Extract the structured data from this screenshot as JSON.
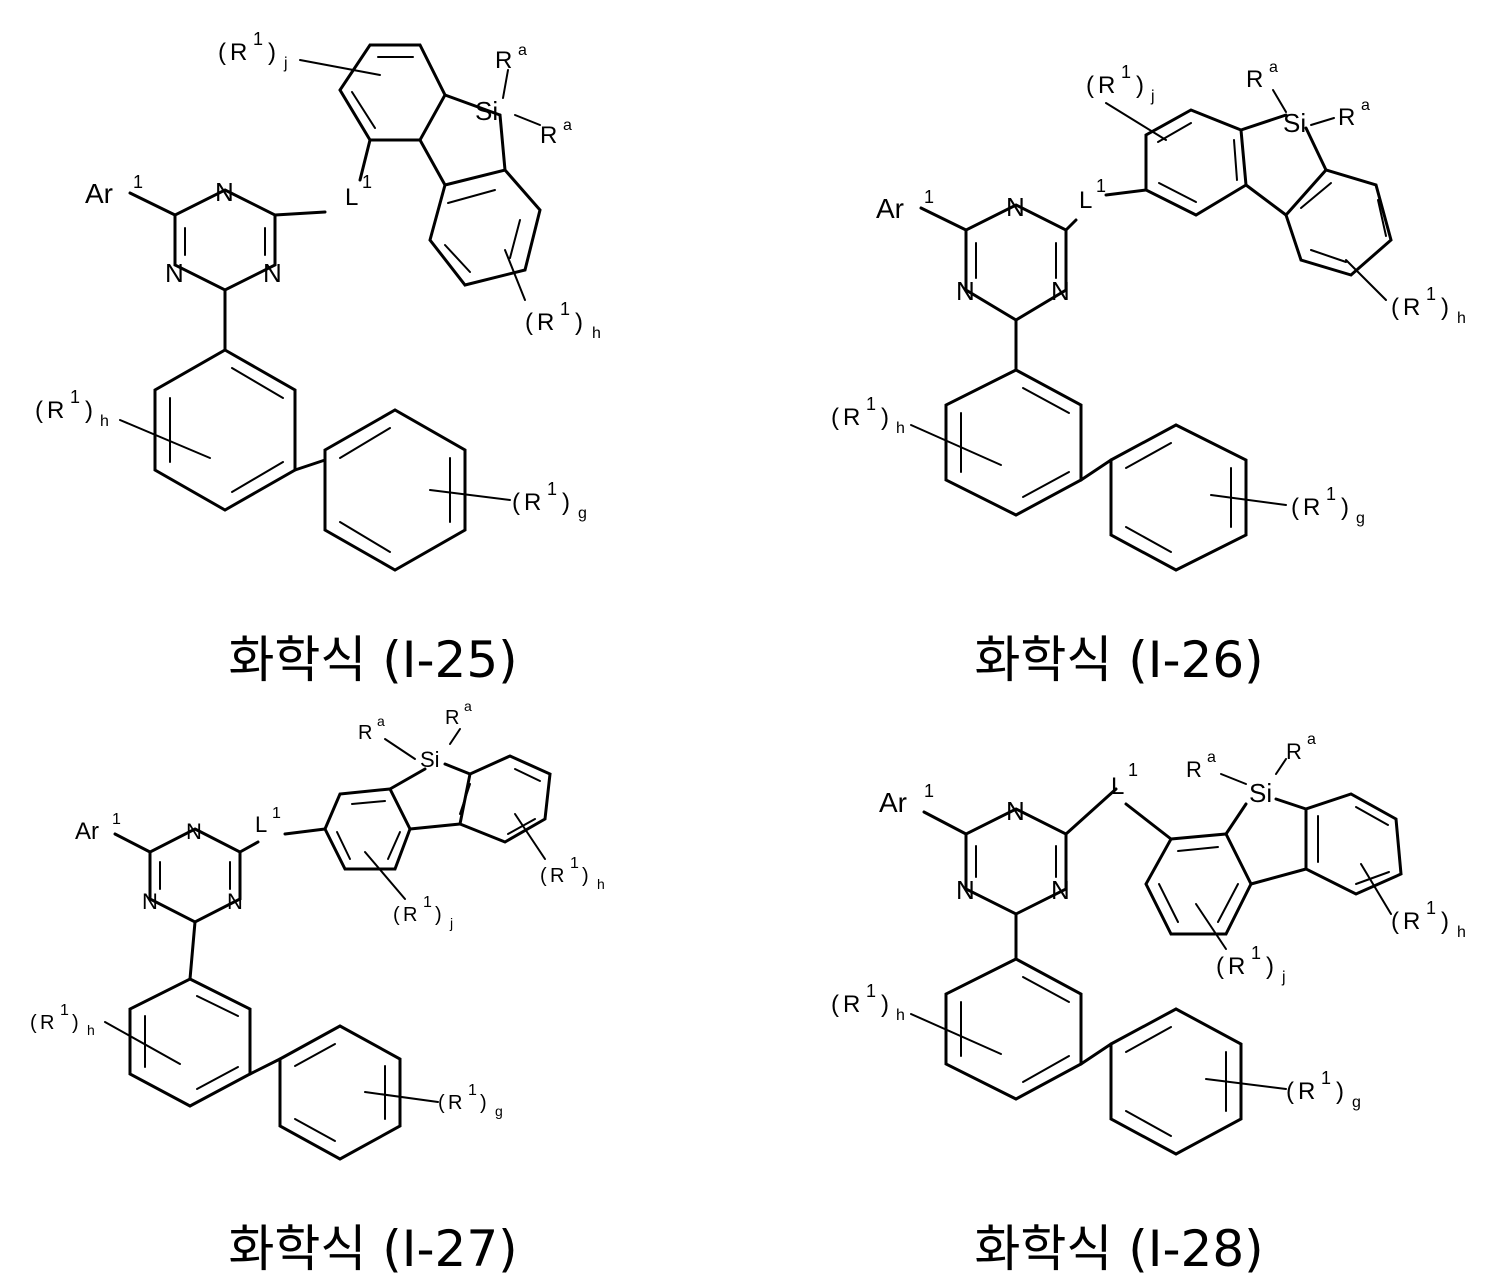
{
  "structures": [
    {
      "id": "I-25",
      "caption": "화학식 (I-25)"
    },
    {
      "id": "I-26",
      "caption": "화학식 (I-26)"
    },
    {
      "id": "I-27",
      "caption": "화학식 (I-27)"
    },
    {
      "id": "I-28",
      "caption": "화학식 (I-28)"
    }
  ],
  "labels": {
    "ar": "Ar",
    "sup1": "1",
    "n": "N",
    "si": "Si",
    "l": "L",
    "r": "R",
    "a": "a",
    "open": "(",
    "close": ")",
    "sub_j": "j",
    "sub_h": "h",
    "sub_g": "g"
  }
}
